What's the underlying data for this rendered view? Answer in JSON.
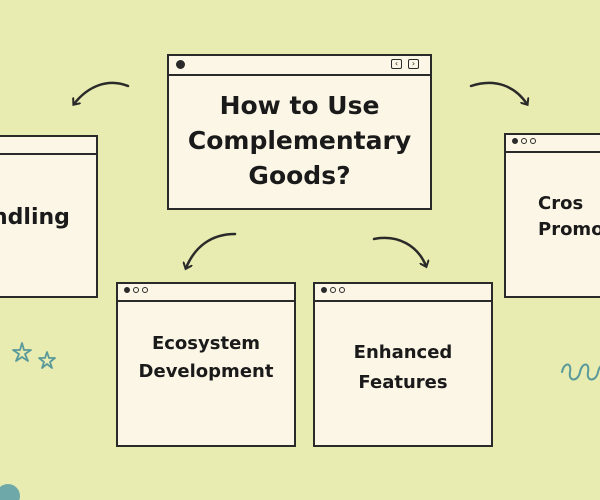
{
  "center": {
    "title": "How to Use\nComplementary\nGoods?"
  },
  "boxes": {
    "left": "ndling",
    "right": "Cros\nPromo",
    "bottom_left": "Ecosystem\nDevelopment",
    "bottom_right": "Enhanced\nFeatures"
  },
  "icons": {
    "nav_back": "‹",
    "nav_forward": "›"
  },
  "colors": {
    "background": "#e9ecb0",
    "window": "#fbf6e6",
    "ink": "#2a2a2a",
    "accent_teal": "#5a9a9a"
  }
}
